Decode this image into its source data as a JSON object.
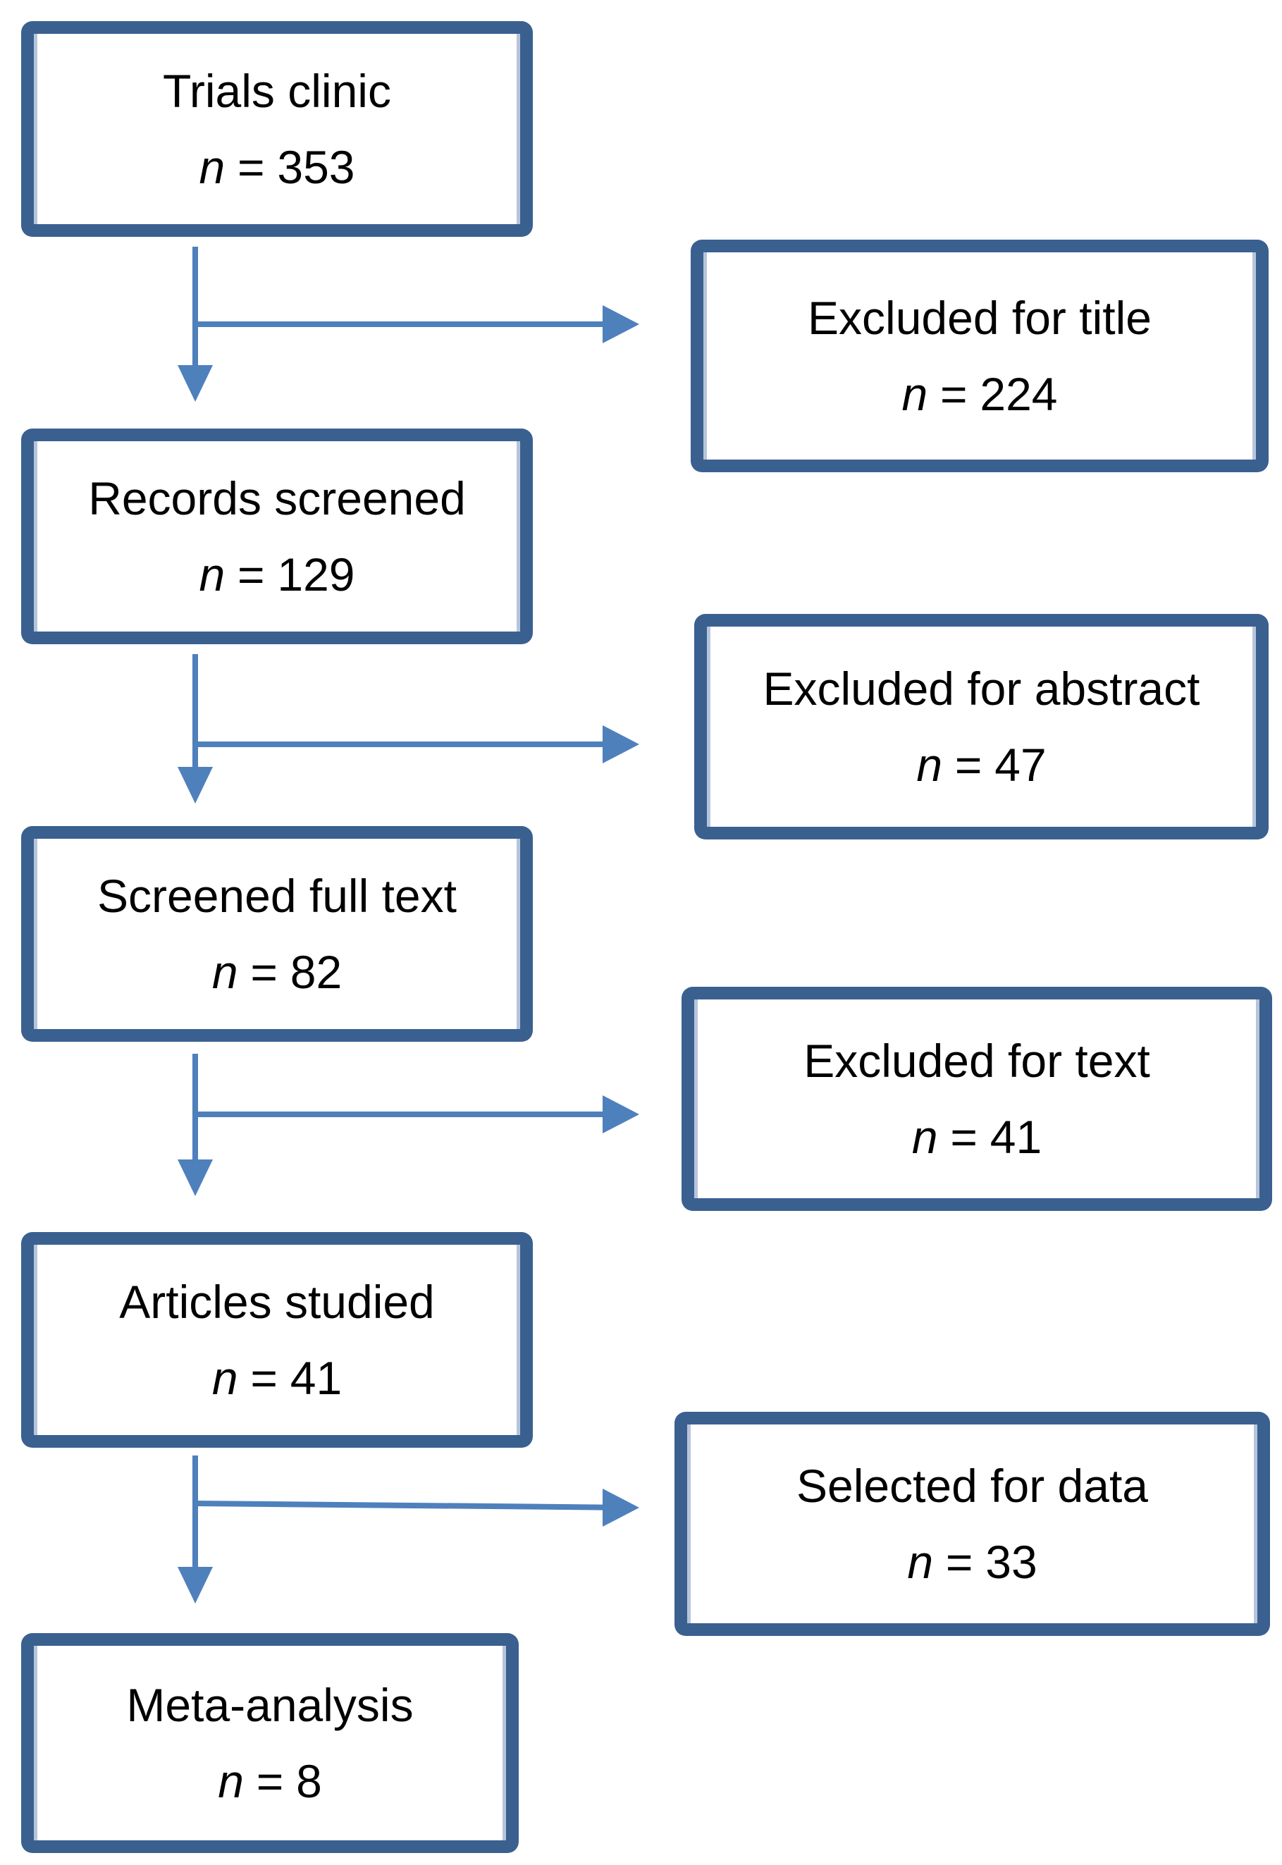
{
  "colors": {
    "box_border": "#3A6090",
    "arrow": "#4E80BC",
    "box_background": "#FFFFFF",
    "text": "#000000",
    "inner_highlight": "#B7C5DB"
  },
  "labels": {
    "n_symbol": "n",
    "equals_sign": "="
  },
  "flow": {
    "left_boxes": [
      {
        "id": "trials-clinic",
        "label": "Trials clinic",
        "value": "353"
      },
      {
        "id": "records-screened",
        "label": "Records screened",
        "value": "129"
      },
      {
        "id": "screened-full-text",
        "label": "Screened full text",
        "value": "82"
      },
      {
        "id": "articles-studied",
        "label": "Articles studied",
        "value": "41"
      },
      {
        "id": "meta-analysis",
        "label": "Meta-analysis",
        "value": "8"
      }
    ],
    "right_boxes": [
      {
        "id": "excluded-for-title",
        "label": "Excluded for title",
        "value": "224"
      },
      {
        "id": "excluded-for-abstract",
        "label": "Excluded for abstract",
        "value": "47"
      },
      {
        "id": "excluded-for-text",
        "label": "Excluded for text",
        "value": "41"
      },
      {
        "id": "selected-for-data",
        "label": "Selected for data",
        "value": "33"
      }
    ],
    "edges": [
      {
        "from": "trials-clinic",
        "to": "excluded-for-title"
      },
      {
        "from": "trials-clinic",
        "to": "records-screened"
      },
      {
        "from": "records-screened",
        "to": "excluded-for-abstract"
      },
      {
        "from": "records-screened",
        "to": "screened-full-text"
      },
      {
        "from": "screened-full-text",
        "to": "excluded-for-text"
      },
      {
        "from": "screened-full-text",
        "to": "articles-studied"
      },
      {
        "from": "articles-studied",
        "to": "selected-for-data"
      },
      {
        "from": "articles-studied",
        "to": "meta-analysis"
      }
    ]
  }
}
